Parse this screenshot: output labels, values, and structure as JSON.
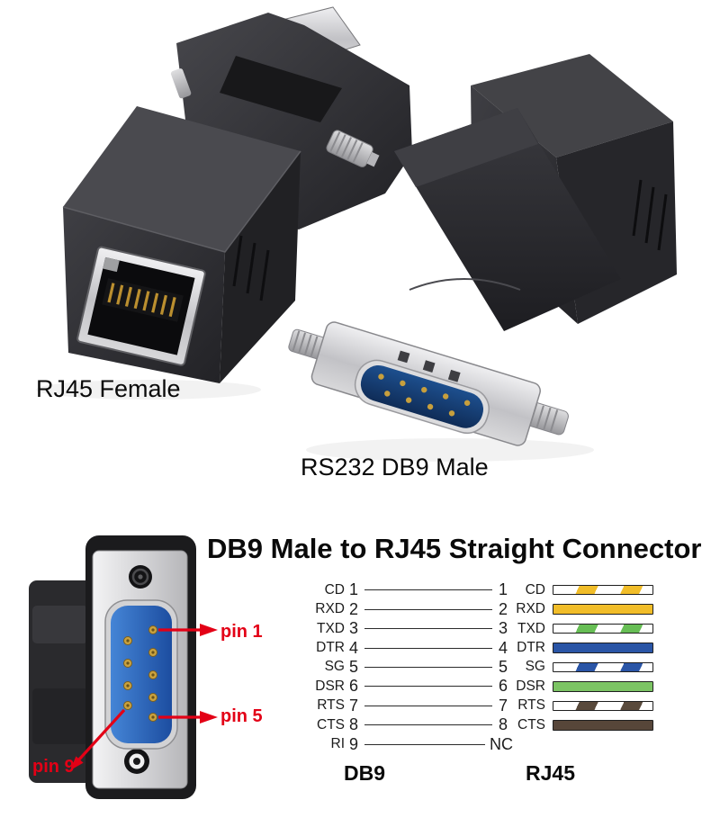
{
  "photos": {
    "left_label": "RJ45 Female",
    "right_label": "RS232 DB9 Male"
  },
  "diagram": {
    "title": "DB9 Male to RJ45 Straight Connector",
    "pin_callouts": [
      "pin 1",
      "pin 5",
      "pin 9"
    ],
    "db9_label": "DB9",
    "rj45_label": "RJ45",
    "rows": [
      {
        "db9_signal": "CD",
        "db9_pin": "1",
        "rj45_pin": "1",
        "rj45_signal": "CD",
        "wire": {
          "pattern": "striped",
          "color": "#F1BD29"
        }
      },
      {
        "db9_signal": "RXD",
        "db9_pin": "2",
        "rj45_pin": "2",
        "rj45_signal": "RXD",
        "wire": {
          "pattern": "solid",
          "color": "#F1BD29"
        }
      },
      {
        "db9_signal": "TXD",
        "db9_pin": "3",
        "rj45_pin": "3",
        "rj45_signal": "TXD",
        "wire": {
          "pattern": "striped",
          "color": "#67BE55"
        }
      },
      {
        "db9_signal": "DTR",
        "db9_pin": "4",
        "rj45_pin": "4",
        "rj45_signal": "DTR",
        "wire": {
          "pattern": "solid",
          "color": "#2A55A6"
        }
      },
      {
        "db9_signal": "SG",
        "db9_pin": "5",
        "rj45_pin": "5",
        "rj45_signal": "SG",
        "wire": {
          "pattern": "striped",
          "color": "#2A55A6"
        }
      },
      {
        "db9_signal": "DSR",
        "db9_pin": "6",
        "rj45_pin": "6",
        "rj45_signal": "DSR",
        "wire": {
          "pattern": "solid",
          "color": "#7CC464"
        }
      },
      {
        "db9_signal": "RTS",
        "db9_pin": "7",
        "rj45_pin": "7",
        "rj45_signal": "RTS",
        "wire": {
          "pattern": "striped",
          "color": "#594A3C"
        }
      },
      {
        "db9_signal": "CTS",
        "db9_pin": "8",
        "rj45_pin": "8",
        "rj45_signal": "CTS",
        "wire": {
          "pattern": "solid",
          "color": "#574639"
        }
      },
      {
        "db9_signal": "RI",
        "db9_pin": "9",
        "rj45_pin": "NC",
        "rj45_signal": "",
        "wire": null
      }
    ],
    "colors": {
      "callout_red": "#E30016",
      "line_dark": "#2b2b2b"
    }
  }
}
